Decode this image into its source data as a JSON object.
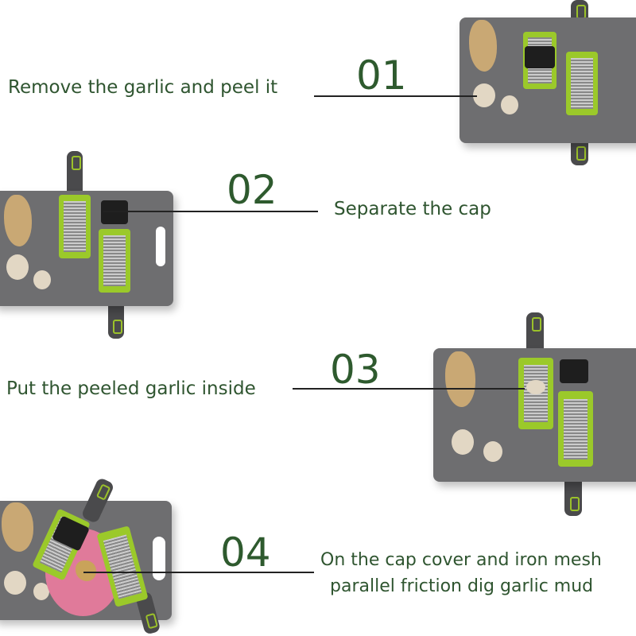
{
  "steps": [
    {
      "number": "01",
      "text": "Remove the garlic and peel it"
    },
    {
      "number": "02",
      "text": "Separate the cap"
    },
    {
      "number": "03",
      "text": "Put the peeled garlic inside"
    },
    {
      "number": "04",
      "text_lines": [
        "On the cap cover and iron mesh",
        "parallel friction dig garlic mud"
      ]
    }
  ],
  "colors": {
    "text": "#2f5530",
    "board": "#6e6e70",
    "grater": "#9bc92a"
  }
}
